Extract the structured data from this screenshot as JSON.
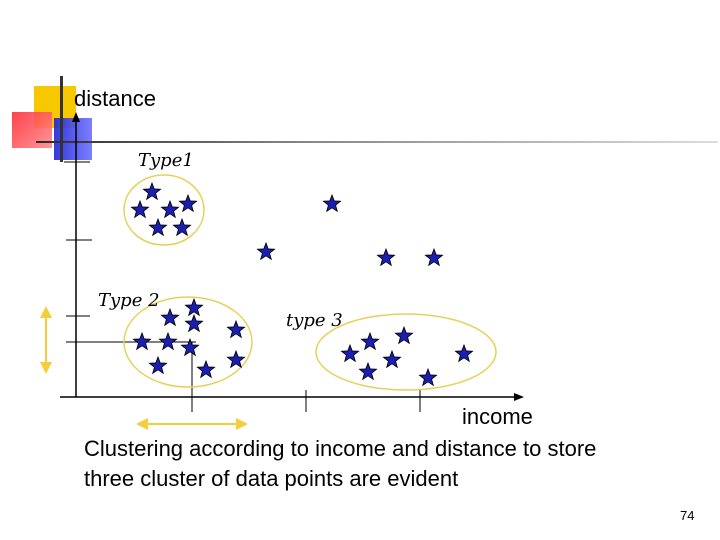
{
  "slide": {
    "axis_y_label": "distance",
    "axis_x_label": "income",
    "cluster_labels": [
      "Type1",
      "Type 2",
      "type 3"
    ],
    "caption_lines": [
      "Clustering according to income and distance to store",
      "three cluster of data points are evident"
    ],
    "page_number": "74"
  },
  "colors": {
    "star_fill": "#1a1fb0",
    "star_stroke": "#000000",
    "ellipse_stroke": "#e8cf5a",
    "arrow": "#f5cc3a",
    "axis": "#000000"
  },
  "icons": {
    "data_point": "star-icon",
    "range_arrow": "double-arrow-icon"
  }
}
